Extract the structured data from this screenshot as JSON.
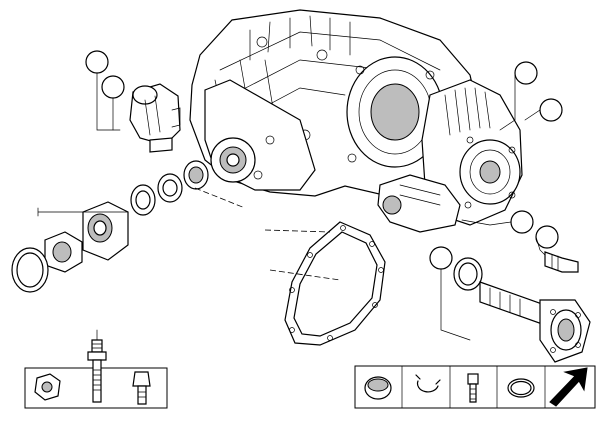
{
  "diagram": {
    "callouts": [
      "",
      "",
      "",
      "",
      "",
      "",
      "",
      "",
      ""
    ],
    "footer_left_parts": [
      "hex-nut",
      "stud-bolt",
      "hex-bolt"
    ],
    "footer_right_parts": [
      "sealing-cap",
      "circlip",
      "screw",
      "o-ring",
      "arrow"
    ]
  }
}
